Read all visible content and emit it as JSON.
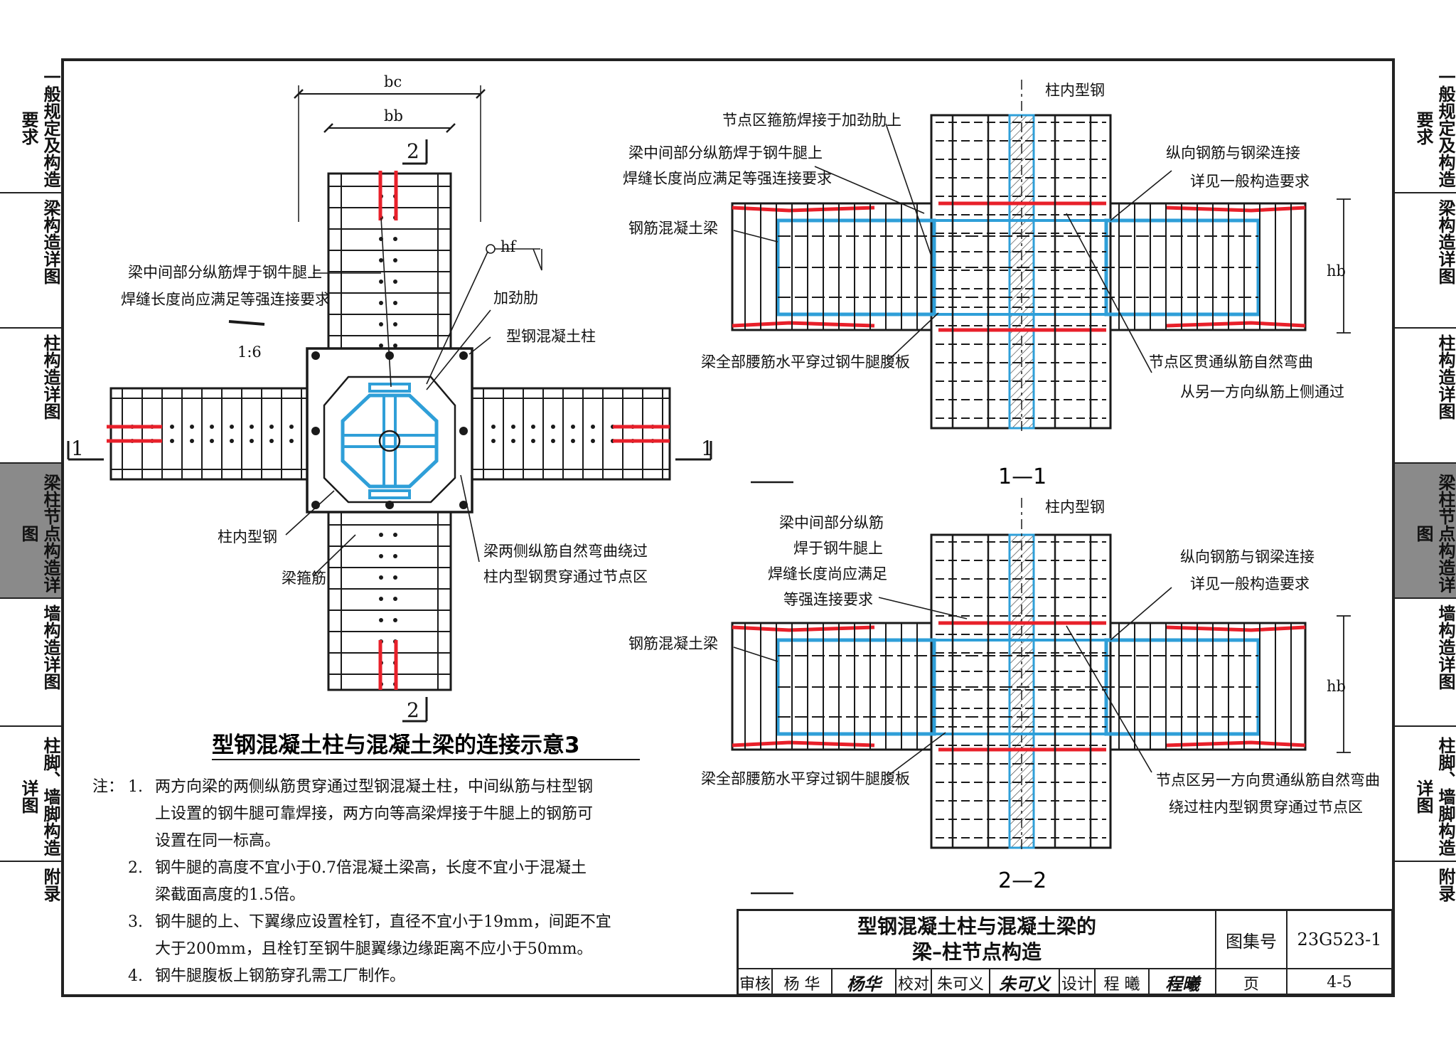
{
  "left_tabs": [
    {
      "label": "一般规定及构造要求",
      "active": false
    },
    {
      "label": "梁构造详图",
      "active": false
    },
    {
      "label": "柱构造详图",
      "active": false
    },
    {
      "label": "梁柱节点构造详图",
      "active": true
    },
    {
      "label": "墙构造详图",
      "active": false
    },
    {
      "label": "柱脚、墙脚构造详图",
      "active": false
    },
    {
      "label": "附录",
      "active": false
    }
  ],
  "main_drawing": {
    "title": "型钢混凝土柱与混凝土梁的连接示意3",
    "dim_bc": "bc",
    "dim_bb": "bb",
    "weld_hf": "hf",
    "slope": "1:6",
    "section_1": "1",
    "section_2": "2",
    "labels": {
      "weld_l1": "梁中间部分纵筋焊于钢牛腿上",
      "weld_l2": "焊缝长度尚应满足等强连接要求",
      "stiffener": "加劲肋",
      "src_column": "型钢混凝土柱",
      "steel_in_col": "柱内型钢",
      "stirrup": "梁箍筋",
      "bend_l1": "梁两侧纵筋自然弯曲绕过",
      "bend_l2": "柱内型钢贯穿通过节点区"
    }
  },
  "section_1_1": {
    "name": "1—1",
    "steel": "柱内型钢",
    "stirrup_weld": "节点区箍筋焊接于加劲肋上",
    "weld_l1": "梁中间部分纵筋焊于钢牛腿上",
    "weld_l2": "焊缝长度尚应满足等强连接要求",
    "rc_beam": "钢筋混凝土梁",
    "conn_l1": "纵向钢筋与钢梁连接",
    "conn_l2": "详见一般构造要求",
    "hb": "hb",
    "waist": "梁全部腰筋水平穿过钢牛腿腹板",
    "bend_l1": "节点区贯通纵筋自然弯曲",
    "bend_l2": "从另一方向纵筋上侧通过"
  },
  "section_2_2": {
    "name": "2—2",
    "steel": "柱内型钢",
    "weld_l1": "梁中间部分纵筋",
    "weld_l2": "焊于钢牛腿上",
    "weld_l3": "焊缝长度尚应满足",
    "weld_l4": "等强连接要求",
    "rc_beam": "钢筋混凝土梁",
    "conn_l1": "纵向钢筋与钢梁连接",
    "conn_l2": "详见一般构造要求",
    "hb": "hb",
    "waist": "梁全部腰筋水平穿过钢牛腿腹板",
    "bend_l1": "节点区另一方向贯通纵筋自然弯曲",
    "bend_l2": "绕过柱内型钢贯穿通过节点区"
  },
  "notes": {
    "head": "注：",
    "items": [
      {
        "num": "1.",
        "lines": [
          "两方向梁的两侧纵筋贯穿通过型钢混凝土柱，中间纵筋与柱型钢",
          "上设置的钢牛腿可靠焊接，两方向等高梁焊接于牛腿上的钢筋可",
          "设置在同一标高。"
        ]
      },
      {
        "num": "2.",
        "lines": [
          "钢牛腿的高度不宜小于0.7倍混凝土梁高，长度不宜小于混凝土",
          "梁截面高度的1.5倍。"
        ]
      },
      {
        "num": "3.",
        "lines": [
          "钢牛腿的上、下翼缘应设置栓钉，直径不宜小于19mm，间距不宜",
          "大于200mm，且栓钉至钢牛腿翼缘边缘距离不应小于50mm。"
        ]
      },
      {
        "num": "4.",
        "lines": [
          "钢牛腿腹板上钢筋穿孔需工厂制作。"
        ]
      }
    ]
  },
  "title_block": {
    "title_l1": "型钢混凝土柱与混凝土梁的",
    "title_l2": "梁–柱节点构造",
    "atlas_label": "图集号",
    "atlas_no": "23G523-1",
    "review_label": "审核",
    "reviewer": "杨 华",
    "reviewer_sig": "杨华",
    "check_label": "校对",
    "checker": "朱可义",
    "checker_sig": "朱可义",
    "design_label": "设计",
    "designer": "程 曦",
    "designer_sig": "程曦",
    "page_label": "页",
    "page_no": "4-5"
  },
  "colors": {
    "rebar_red": "#e8202a",
    "steel_blue": "#2f9fd8",
    "line": "#1a1a1a",
    "active_tab": "#8a8a8a"
  }
}
